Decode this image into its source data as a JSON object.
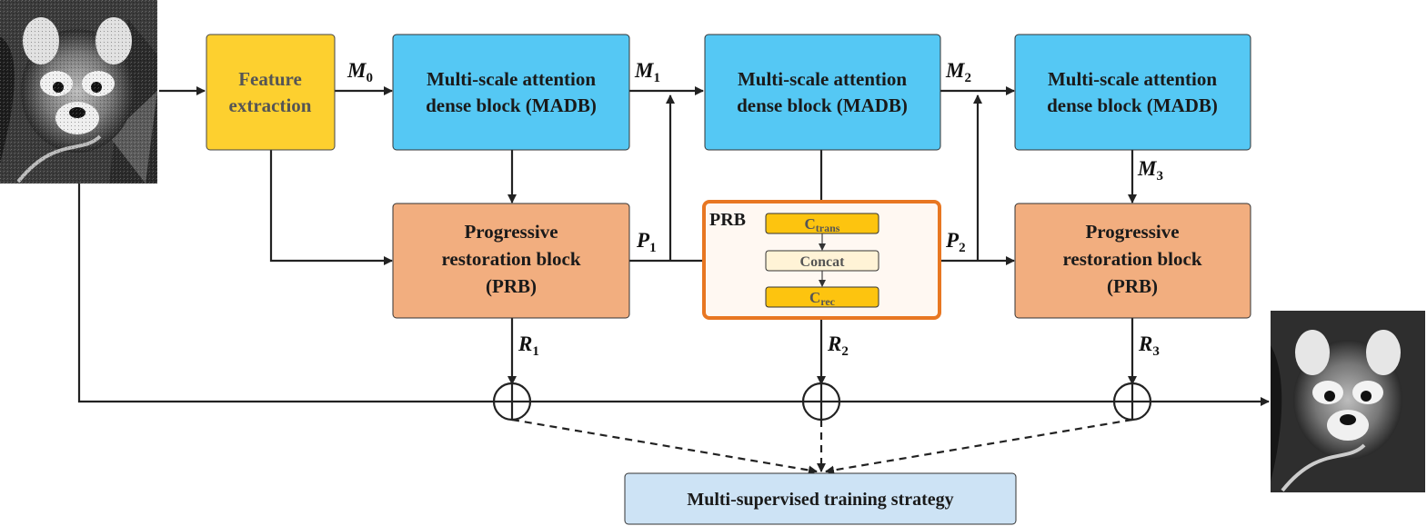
{
  "blocks": {
    "feature": {
      "line1": "Feature",
      "line2": "extraction"
    },
    "madb": {
      "line1": "Multi-scale attention",
      "line2": "dense block (MADB)"
    },
    "prb": {
      "line1": "Progressive",
      "line2": "restoration block",
      "line3": "(PRB)"
    },
    "prb_detail": {
      "title": "PRB",
      "ctrans_main": "C",
      "ctrans_sub": "trans",
      "concat": "Concat",
      "crec_main": "C",
      "crec_sub": "rec"
    },
    "training": "Multi-supervised training strategy"
  },
  "labels": {
    "m0": {
      "main": "M",
      "sub": "0"
    },
    "m1": {
      "main": "M",
      "sub": "1"
    },
    "m2": {
      "main": "M",
      "sub": "2"
    },
    "m3": {
      "main": "M",
      "sub": "3"
    },
    "p1": {
      "main": "P",
      "sub": "1"
    },
    "p2": {
      "main": "P",
      "sub": "2"
    },
    "r1": {
      "main": "R",
      "sub": "1"
    },
    "r2": {
      "main": "R",
      "sub": "2"
    },
    "r3": {
      "main": "R",
      "sub": "3"
    }
  },
  "images": {
    "input": "red-panda-grayscale-noisy",
    "output": "red-panda-grayscale-restored"
  },
  "colors": {
    "feature": "#FDD02F",
    "madb": "#55C8F4",
    "prb": "#F2AE7F",
    "prb_detail_border": "#E87722",
    "prb_detail_fill": "#FFF8F2",
    "conv": "#FDC40F",
    "concat": "#FFF3D6",
    "training": "#CDE3F5"
  }
}
